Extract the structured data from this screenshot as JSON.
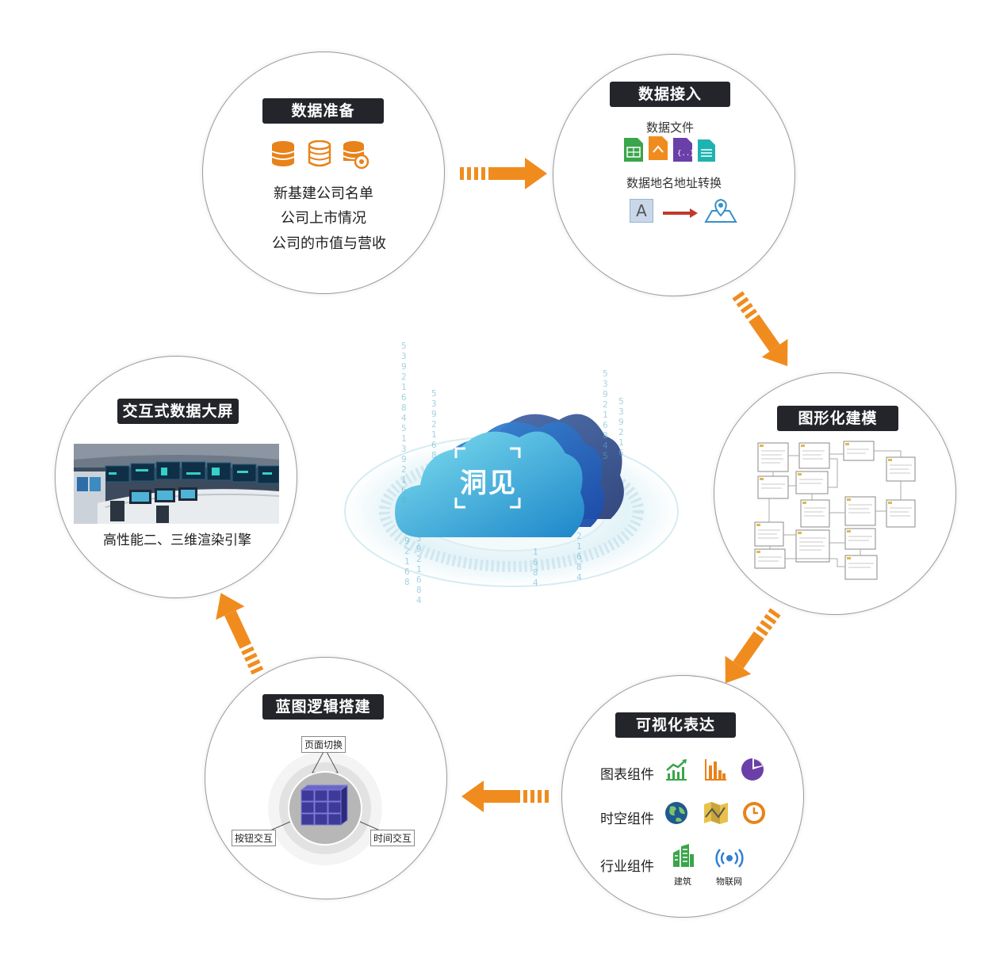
{
  "center": {
    "logo_text": "洞见"
  },
  "data_prep": {
    "title": "数据准备",
    "lines": [
      "新基建公司名单",
      "公司上市情况",
      "公司的市值与营收"
    ]
  },
  "data_access": {
    "title": "数据接入",
    "files_label": "数据文件",
    "geo_label": "数据地名地址转换",
    "letter": "A"
  },
  "modeling": {
    "title": "图形化建模"
  },
  "visual": {
    "title": "可视化表达",
    "chart_label": "图表组件",
    "spatial_label": "时空组件",
    "industry_label": "行业组件",
    "building_label": "建筑",
    "iot_label": "物联网"
  },
  "blueprint": {
    "title": "蓝图逻辑搭建",
    "page_switch": "页面切换",
    "button_interact": "按钮交互",
    "time_interact": "时间交互"
  },
  "screen": {
    "title": "交互式数据大屏",
    "caption": "高性能二、三维渲染引擎"
  },
  "colors": {
    "orange": "#f08c1e",
    "dark": "#23252a",
    "blue": "#2f7fd6"
  }
}
